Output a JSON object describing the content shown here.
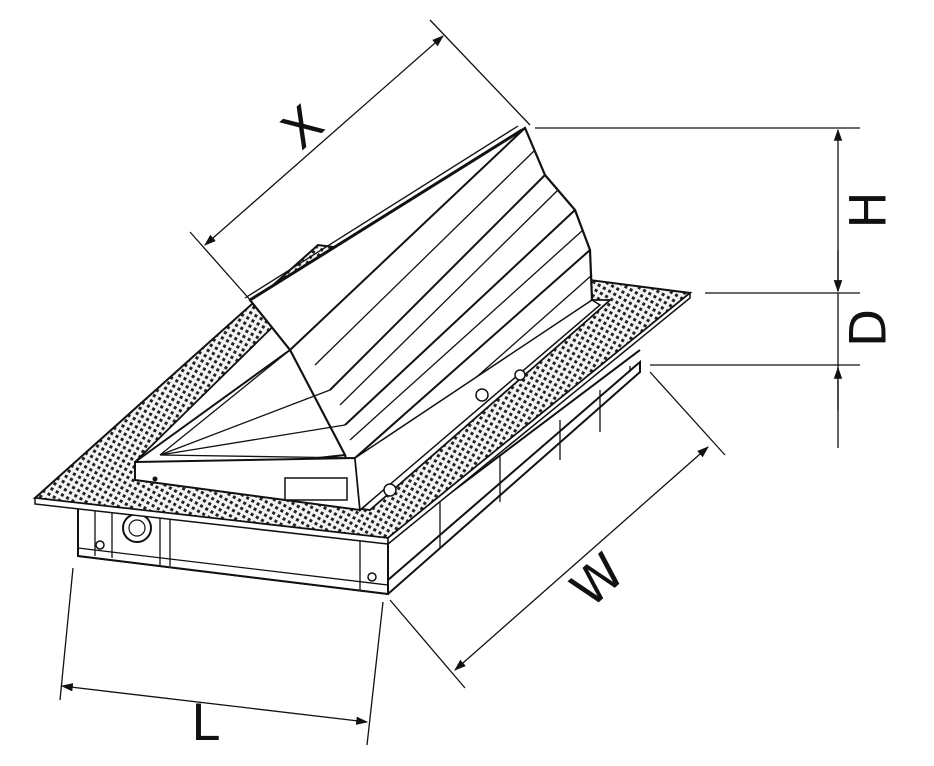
{
  "dimensions": {
    "x": "X",
    "h": "H",
    "d": "D",
    "w": "W",
    "l": "L"
  },
  "colors": {
    "line": "#111111",
    "grating": "#2a2a2a",
    "background": "#ffffff"
  }
}
